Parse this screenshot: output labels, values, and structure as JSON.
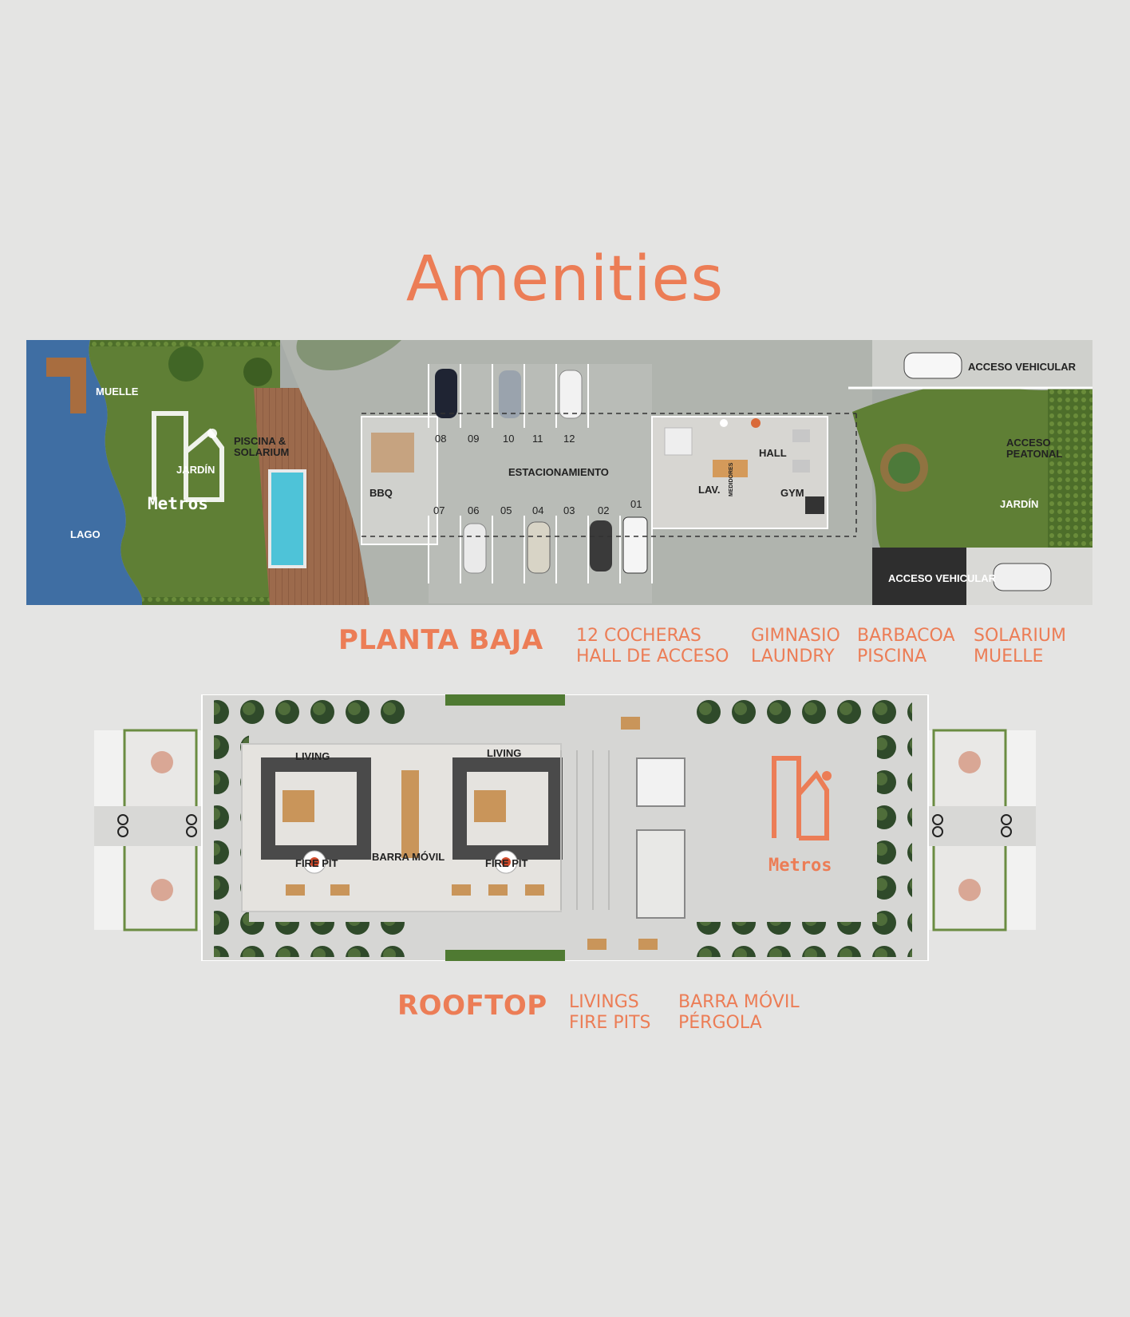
{
  "title": "Amenities",
  "ground": {
    "labels": {
      "muelle": "MUELLE",
      "lago": "LAGO",
      "jardin_left": "JARDÍN",
      "piscina_solarium": [
        "PISCINA &",
        "SOLARIUM"
      ],
      "bbq": "BBQ",
      "estacionamiento": "ESTACIONAMIENTO",
      "hall": "HALL",
      "lav": "LAV.",
      "medidores": "MEDIDORES",
      "gym": "GYM",
      "acceso_vehicular_top": "ACCESO VEHICULAR",
      "acceso_peatonal": [
        "ACCESO",
        "PEATONAL"
      ],
      "jardin_right": "JARDÍN",
      "acceso_vehicular_bottom": "ACCESO VEHICULAR"
    },
    "spaces_top": [
      "08",
      "09",
      "10",
      "11",
      "12"
    ],
    "spaces_bottom": [
      "07",
      "06",
      "05",
      "04",
      "03",
      "02",
      "01"
    ],
    "logo_text": "Metros",
    "section_title": "PLANTA BAJA",
    "features": [
      [
        "12 COCHERAS",
        "HALL DE ACCESO"
      ],
      [
        "GIMNASIO",
        "LAUNDRY"
      ],
      [
        "BARBACOA",
        "PISCINA"
      ],
      [
        "SOLARIUM",
        "MUELLE"
      ]
    ]
  },
  "rooftop": {
    "labels": {
      "living_left": "LIVING",
      "living_right": "LIVING",
      "fire_pit_left": "FIRE PIT",
      "barra_movil": "BARRA MÓVIL",
      "fire_pit_right": "FIRE PIT"
    },
    "logo_text": "Metros",
    "section_title": "ROOFTOP",
    "features": [
      [
        "LIVINGS",
        "FIRE PITS"
      ],
      [
        "BARRA MÓVIL",
        "PÉRGOLA"
      ]
    ]
  },
  "colors": {
    "accent": "#ec7d56",
    "background": "#e4e4e3",
    "lake": "#3f6ea3",
    "grass": "#5f7f35",
    "paving": "#a4aaa6"
  }
}
